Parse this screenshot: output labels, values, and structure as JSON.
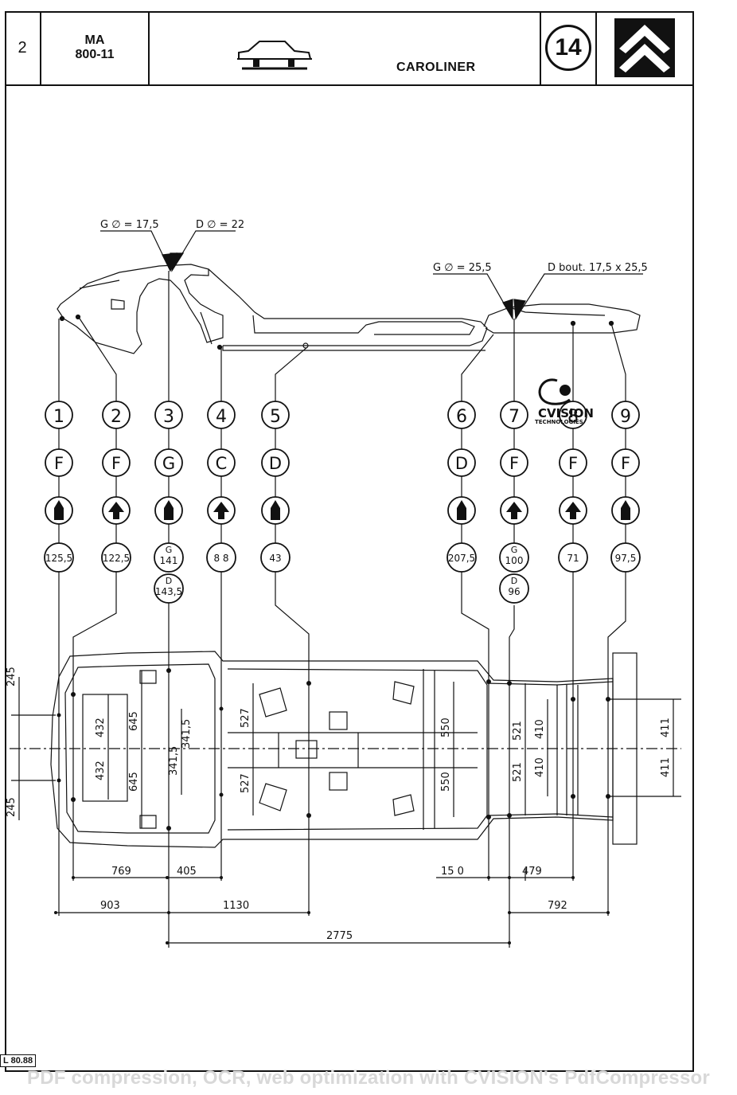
{
  "header": {
    "page_number": "2",
    "ref_line1": "MA",
    "ref_line2": "800-11",
    "body_type": "CAROLINER",
    "plate_number": "14"
  },
  "callouts": {
    "g_hole_front": "G ∅ = 17,5",
    "d_hole_front": "D ∅ = 22",
    "g_hole_rear": "G ∅ = 25,5",
    "d_hole_rear": "D bout. 17,5 x 25,5"
  },
  "points": [
    {
      "num": "1",
      "letter": "F",
      "arrow": "up-solid",
      "height": "125,5"
    },
    {
      "num": "2",
      "letter": "F",
      "arrow": "up-open",
      "height": "122,5"
    },
    {
      "num": "3",
      "letter": "G",
      "arrow": "up-solid",
      "height_g_label": "G",
      "height_g": "141",
      "height_d_label": "D",
      "height_d": "143,5"
    },
    {
      "num": "4",
      "letter": "C",
      "arrow": "up-open",
      "height": "8 8"
    },
    {
      "num": "5",
      "letter": "D",
      "arrow": "up-solid",
      "height": "43"
    },
    {
      "num": "6",
      "letter": "D",
      "arrow": "up-solid",
      "height": "207,5"
    },
    {
      "num": "7",
      "letter": "F",
      "arrow": "up-open",
      "height_g_label": "G",
      "height_g": "100",
      "height_d_label": "D",
      "height_d": "96"
    },
    {
      "num": "8",
      "letter": "F",
      "arrow": "up-open",
      "height": "71"
    },
    {
      "num": "9",
      "letter": "F",
      "arrow": "up-solid",
      "height": "97,5"
    }
  ],
  "dimensions": {
    "v245_top": "245",
    "v245_bottom": "245",
    "v432_top": "432",
    "v432_bottom": "432",
    "v645_top": "645",
    "v645_bottom": "645",
    "v3415a": "341,5",
    "v3415b": "341,5",
    "v527_top": "527",
    "v527_bottom": "527",
    "v550_top": "550",
    "v550_bottom": "550",
    "v521_top": "521",
    "v521_bottom": "521",
    "v410_top": "410",
    "v410_bottom": "410",
    "v411_top": "411",
    "v411_bottom": "411",
    "h769": "769",
    "h405": "405",
    "h150": "15 0",
    "h479": "479",
    "h903": "903",
    "h1130": "1130",
    "h792": "792",
    "h2775": "2775"
  },
  "overlay_logo": {
    "line1": "CVISION",
    "line2": "TECHNOLOGIES"
  },
  "footer": {
    "code": "L 80.88",
    "watermark": "PDF compression, OCR, web optimization with CVISION's PdfCompressor"
  }
}
